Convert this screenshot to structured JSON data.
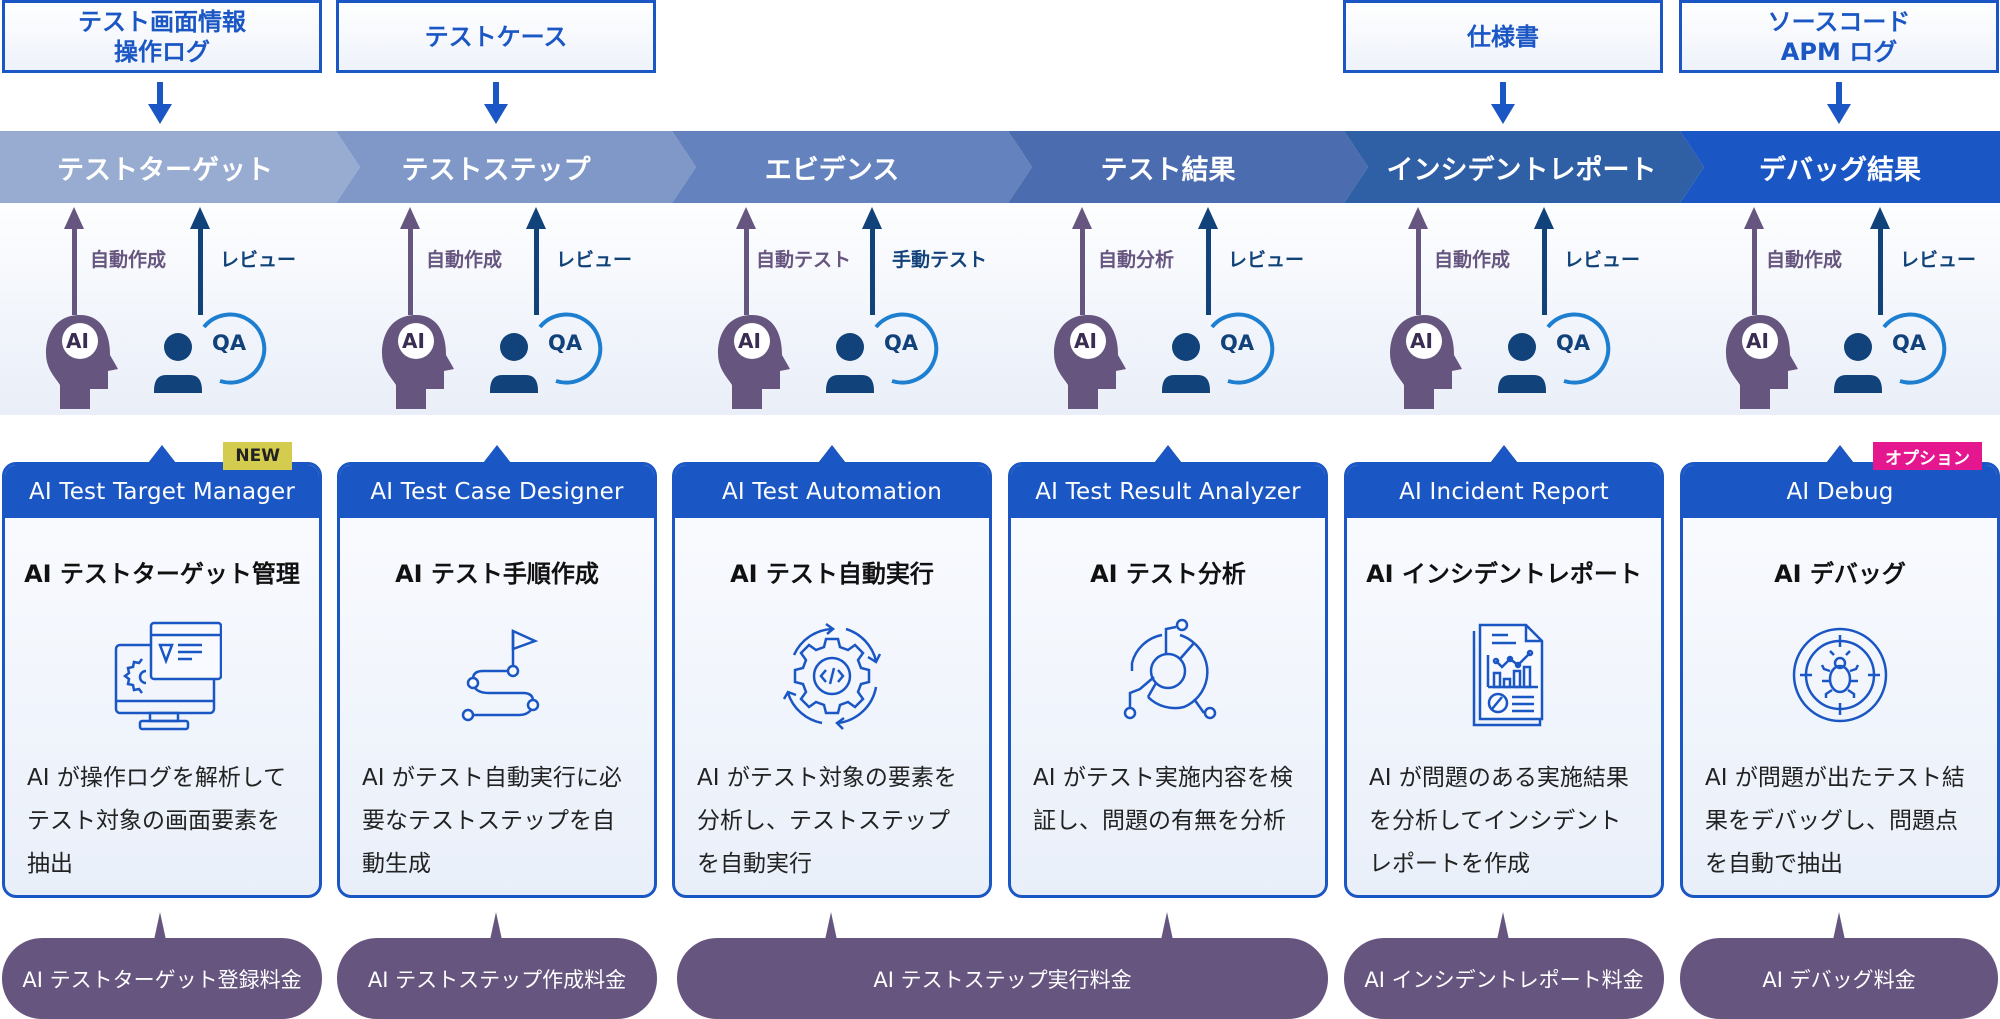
{
  "inputs": [
    {
      "label": "テスト画面情報\n操作ログ",
      "column": 1
    },
    {
      "label": "テストケース",
      "column": 2
    },
    {
      "label": "仕様書",
      "column": 5
    },
    {
      "label": "ソースコード\nAPM ログ",
      "column": 6
    }
  ],
  "stages": [
    {
      "label": "テストターゲット",
      "color": "#97acd0"
    },
    {
      "label": "テストステップ",
      "color": "#7f98c8"
    },
    {
      "label": "エビデンス",
      "color": "#6482be"
    },
    {
      "label": "テスト結果",
      "color": "#4b6caf"
    },
    {
      "label": "インシデントレポート",
      "color": "#2f5fa4"
    },
    {
      "label": "デバッグ結果",
      "color": "#1a56c4"
    }
  ],
  "actors": [
    {
      "ai_action": "自動作成",
      "qa_action": "レビュー",
      "ai_badge": "AI",
      "qa_badge": "QA"
    },
    {
      "ai_action": "自動作成",
      "qa_action": "レビュー",
      "ai_badge": "AI",
      "qa_badge": "QA"
    },
    {
      "ai_action": "自動テスト",
      "qa_action": "手動テスト",
      "ai_badge": "AI",
      "qa_badge": "QA"
    },
    {
      "ai_action": "自動分析",
      "qa_action": "レビュー",
      "ai_badge": "AI",
      "qa_badge": "QA"
    },
    {
      "ai_action": "自動作成",
      "qa_action": "レビュー",
      "ai_badge": "AI",
      "qa_badge": "QA"
    },
    {
      "ai_action": "自動作成",
      "qa_action": "レビュー",
      "ai_badge": "AI",
      "qa_badge": "QA"
    }
  ],
  "products": [
    {
      "name": "AI Test Target Manager",
      "title": "AI テストターゲット管理",
      "icon": "monitor-gear-icon",
      "description": "AI が操作ログを解析してテスト対象の画面要素を抽出",
      "badge": "NEW"
    },
    {
      "name": "AI Test Case Designer",
      "title": "AI テスト手順作成",
      "icon": "route-flag-icon",
      "description": "AI がテスト自動実行に必要なテストステップを自動生成",
      "badge": null
    },
    {
      "name": "AI Test Automation",
      "title": "AI テスト自動実行",
      "icon": "gear-cycle-code-icon",
      "description": "AI がテスト対象の要素を分析し、テストステップを自動実行",
      "badge": null
    },
    {
      "name": "AI Test Result Analyzer",
      "title": "AI テスト分析",
      "icon": "analysis-circuit-icon",
      "description": "AI がテスト実施内容を検証し、問題の有無を分析",
      "badge": null
    },
    {
      "name": "AI Incident Report",
      "title": "AI インシデントレポート",
      "icon": "report-chart-icon",
      "description": "AI が問題のある実施結果を分析してインシデントレポートを作成",
      "badge": null
    },
    {
      "name": "AI Debug",
      "title": "AI デバッグ",
      "icon": "bug-target-icon",
      "description": "AI が問題が出たテスト結果をデバッグし、問題点を自動で抽出",
      "badge": "オプション"
    }
  ],
  "fees": [
    {
      "label": "AI テストターゲット登録料金",
      "columns": [
        1
      ]
    },
    {
      "label": "AI テストステップ作成料金",
      "columns": [
        2
      ]
    },
    {
      "label": "AI テストステップ実行料金",
      "columns": [
        3,
        4
      ]
    },
    {
      "label": "AI インシデントレポート料金",
      "columns": [
        5
      ]
    },
    {
      "label": "AI デバッグ料金",
      "columns": [
        6
      ]
    }
  ],
  "colors": {
    "brand_blue": "#1a56c4",
    "ai_purple": "#66557f",
    "qa_navy": "#12427a",
    "qa_ring": "#1e7fd0",
    "badge_new": "#d4cc4e",
    "badge_option": "#e4178f"
  }
}
